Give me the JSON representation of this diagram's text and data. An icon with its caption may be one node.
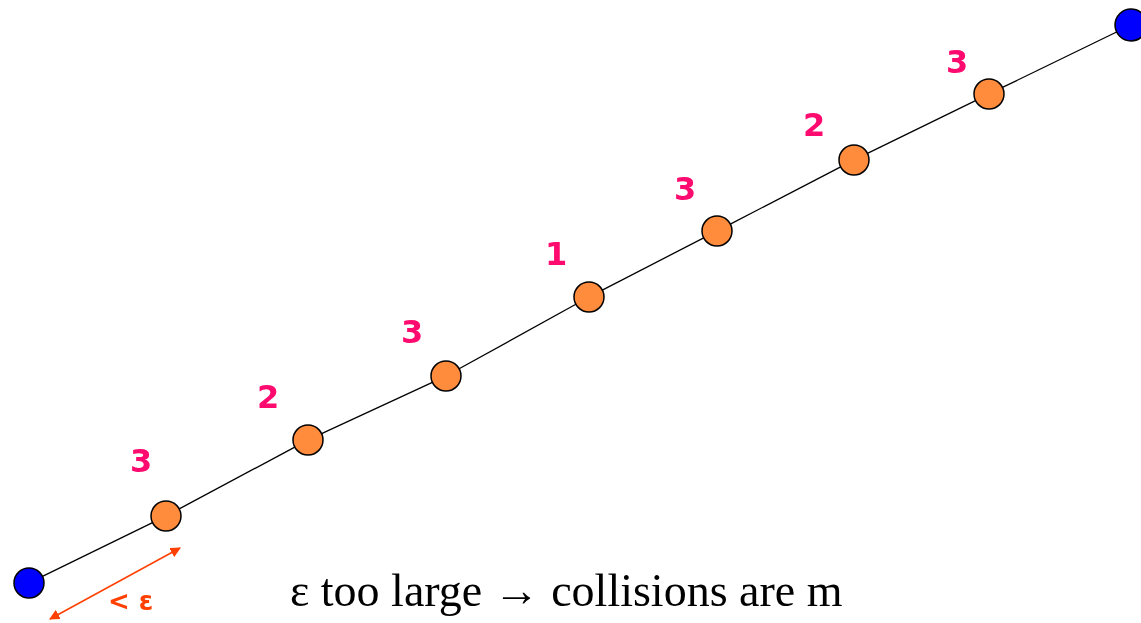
{
  "diagram": {
    "nodes": [
      {
        "text": [],
        "shape": "circle"
      },
      {
        "text": [],
        "shape": "circle",
        "beside": [
          "3"
        ]
      },
      {
        "text": [],
        "shape": "circle",
        "beside": [
          "2"
        ]
      },
      {
        "text": [],
        "shape": "circle",
        "beside": [
          "3"
        ]
      },
      {
        "text": [],
        "shape": "circle",
        "beside": [
          "1"
        ]
      },
      {
        "text": [],
        "shape": "circle",
        "beside": [
          "3"
        ]
      },
      {
        "text": [],
        "shape": "circle",
        "beside": [
          "2"
        ]
      },
      {
        "text": [],
        "shape": "circle",
        "beside": [
          "3"
        ]
      },
      {
        "text": [],
        "shape": "circle"
      }
    ],
    "edges": [
      {
        "from": 0,
        "to": 1,
        "arrow": "none"
      },
      {
        "from": 1,
        "to": 2,
        "arrow": "none"
      },
      {
        "from": 2,
        "to": 3,
        "arrow": "none"
      },
      {
        "from": 3,
        "to": 4,
        "arrow": "none"
      },
      {
        "from": 4,
        "to": 5,
        "arrow": "none"
      },
      {
        "from": 5,
        "to": 6,
        "arrow": "none"
      },
      {
        "from": 6,
        "to": 7,
        "arrow": "none"
      },
      {
        "from": 7,
        "to": 8,
        "arrow": "none"
      }
    ],
    "labels": [
      "< ε",
      "ε too large → collisions are m"
    ]
  }
}
